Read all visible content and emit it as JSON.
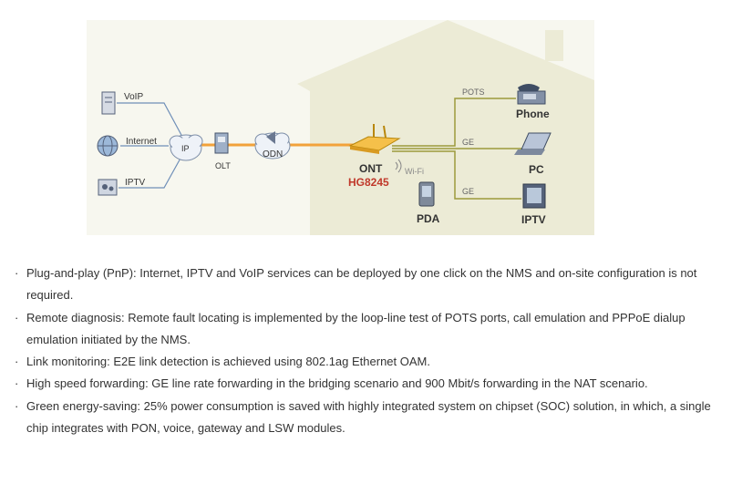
{
  "diagram": {
    "left_labels": {
      "voip": "VoIP",
      "internet": "Internet",
      "iptv": "IPTV"
    },
    "ip_cloud": "IP",
    "olt": "OLT",
    "odn": "ODN",
    "ont": {
      "name": "ONT",
      "model": "HG8245",
      "wifi": "Wi-Fi"
    },
    "pda": "PDA",
    "lines": {
      "pots": "POTS",
      "ge1": "GE",
      "ge2": "GE"
    },
    "devices": {
      "phone": "Phone",
      "pc": "PC",
      "iptv": "IPTV"
    },
    "colors": {
      "house": "#ecebd6",
      "orange": "#f2a23a",
      "olive": "#9b9a3c",
      "model_red": "#c0392b",
      "blue_line": "#6f8fb8"
    }
  },
  "bullets": [
    {
      "bullet": "·",
      "text": "Plug-and-play (PnP): Internet, IPTV and VoIP services can be deployed by one click on the NMS and on-site configuration is not required."
    },
    {
      "bullet": "·",
      "text": "Remote diagnosis: Remote fault locating is implemented by the loop-line test of POTS ports, call emulation and PPPoE dialup emulation initiated by the NMS."
    },
    {
      "bullet": "·",
      "text": "Link monitoring: E2E link detection is achieved using 802.1ag Ethernet OAM."
    },
    {
      "bullet": "·",
      "text": "High speed forwarding: GE line rate forwarding in the bridging scenario and 900 Mbit/s forwarding in the NAT scenario."
    },
    {
      "bullet": "·",
      "text": "Green energy-saving: 25% power consumption is saved with highly integrated system on chipset (SOC) solution, in which, a single chip integrates with PON, voice, gateway and LSW modules."
    }
  ]
}
